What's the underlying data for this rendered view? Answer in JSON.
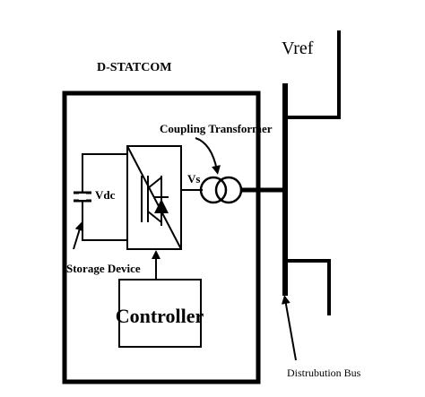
{
  "labels": {
    "title": "D-STATCOM",
    "vref": "Vref",
    "coupling_transformer": "Coupling Transformer",
    "vs": "Vs",
    "vdc": "Vdc",
    "storage_device": "Storage Device",
    "controller": "Controller",
    "distribution_bus": "Distrubution Bus"
  }
}
